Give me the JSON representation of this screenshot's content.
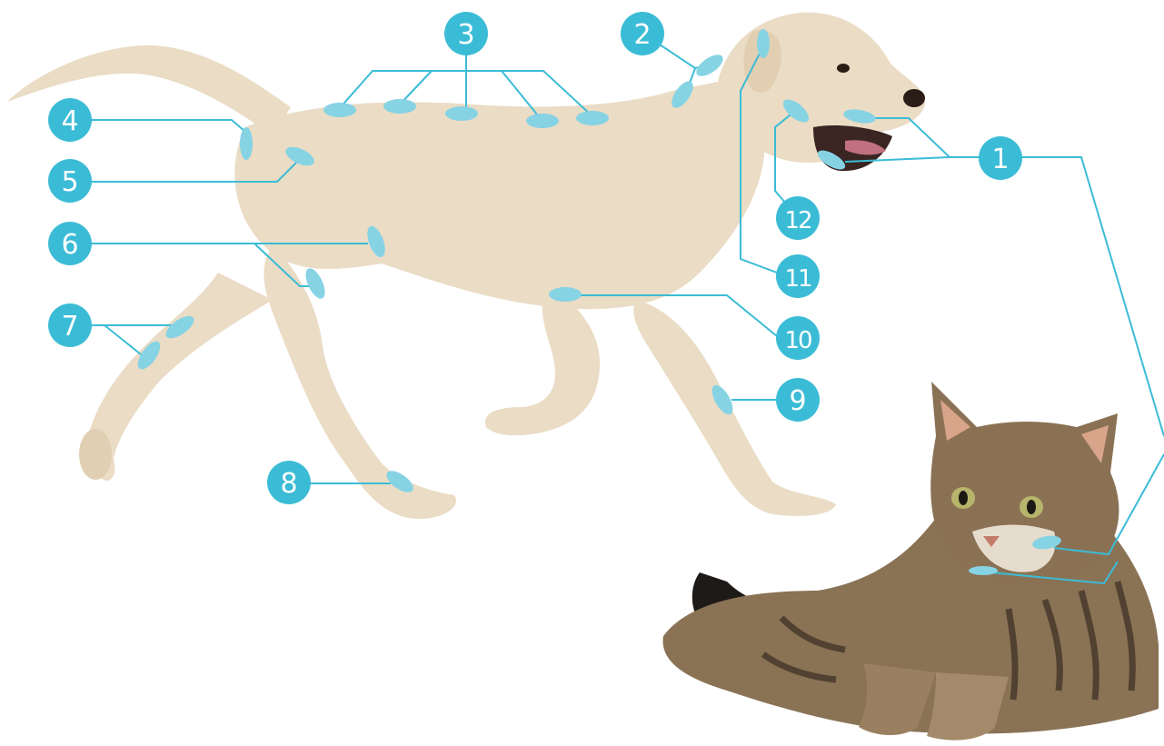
{
  "colors": {
    "accent": "#3bbcd6",
    "spot": "#86d3e4",
    "dog_fur": "#eadcc5",
    "cat_fur": "#8a7255"
  },
  "figure": {
    "subjects": [
      "dog",
      "cat"
    ]
  },
  "markers": [
    {
      "id": "1",
      "label": "1"
    },
    {
      "id": "2",
      "label": "2"
    },
    {
      "id": "3",
      "label": "3"
    },
    {
      "id": "4",
      "label": "4"
    },
    {
      "id": "5",
      "label": "5"
    },
    {
      "id": "6",
      "label": "6"
    },
    {
      "id": "7",
      "label": "7"
    },
    {
      "id": "8",
      "label": "8"
    },
    {
      "id": "9",
      "label": "9"
    },
    {
      "id": "10",
      "label": "10"
    },
    {
      "id": "11",
      "label": "11"
    },
    {
      "id": "12",
      "label": "12"
    }
  ]
}
